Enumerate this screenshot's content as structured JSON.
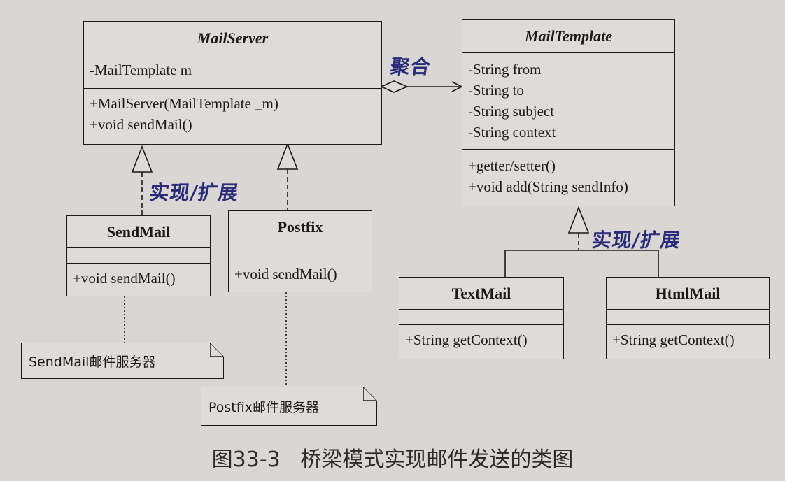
{
  "classes": {
    "mailserver": {
      "name": "MailServer",
      "attributes": [
        "-MailTemplate m"
      ],
      "methods": [
        "+MailServer(MailTemplate _m)",
        "+void sendMail()"
      ]
    },
    "mailtemplate": {
      "name": "MailTemplate",
      "attributes": [
        "-String from",
        "-String to",
        "-String subject",
        "-String context"
      ],
      "methods": [
        "+getter/setter()",
        "+void add(String sendInfo)"
      ]
    },
    "sendmail": {
      "name": "SendMail",
      "methods": [
        "+void sendMail()"
      ]
    },
    "postfix": {
      "name": "Postfix",
      "methods": [
        "+void sendMail()"
      ]
    },
    "textmail": {
      "name": "TextMail",
      "methods": [
        "+String getContext()"
      ]
    },
    "htmlmail": {
      "name": "HtmlMail",
      "methods": [
        "+String getContext()"
      ]
    }
  },
  "notes": {
    "sendmail": "SendMail邮件服务器",
    "postfix": "Postfix邮件服务器"
  },
  "annotations": {
    "aggregation": "聚合",
    "realize_left": "实现/扩展",
    "realize_right": "实现/扩展"
  },
  "caption": "图33-3   桥梁模式实现邮件发送的类图",
  "colors": {
    "background": "#d9d6d3",
    "line": "#1a1a1a",
    "handwriting": "#2a2a7a"
  }
}
